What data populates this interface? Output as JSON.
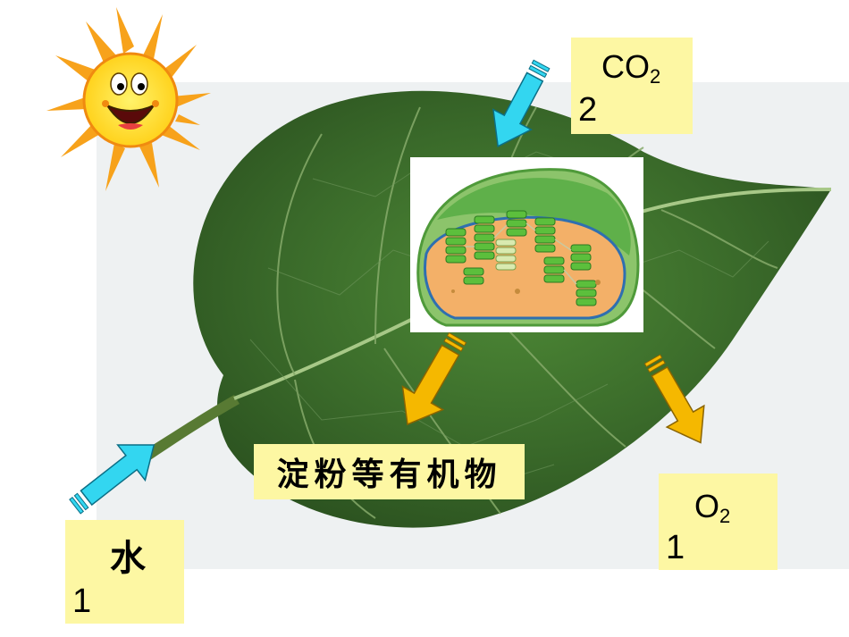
{
  "co2": {
    "formula": "CO",
    "subscript": "2",
    "coefficient": "2"
  },
  "o2": {
    "formula": "O",
    "subscript": "2",
    "coefficient": "1"
  },
  "water": {
    "label": "水",
    "coefficient": "1"
  },
  "product": {
    "label": "淀粉等有机物"
  },
  "colors": {
    "label_background": "#fdf7a3",
    "input_arrow": "#33d6f0",
    "output_arrow": "#f5b800",
    "leaf": "#3f6e2e",
    "sun": "#f7a21b"
  },
  "icons": [
    "sun-icon",
    "leaf-image",
    "chloroplast-image",
    "input-arrow-icon",
    "output-arrow-icon"
  ]
}
